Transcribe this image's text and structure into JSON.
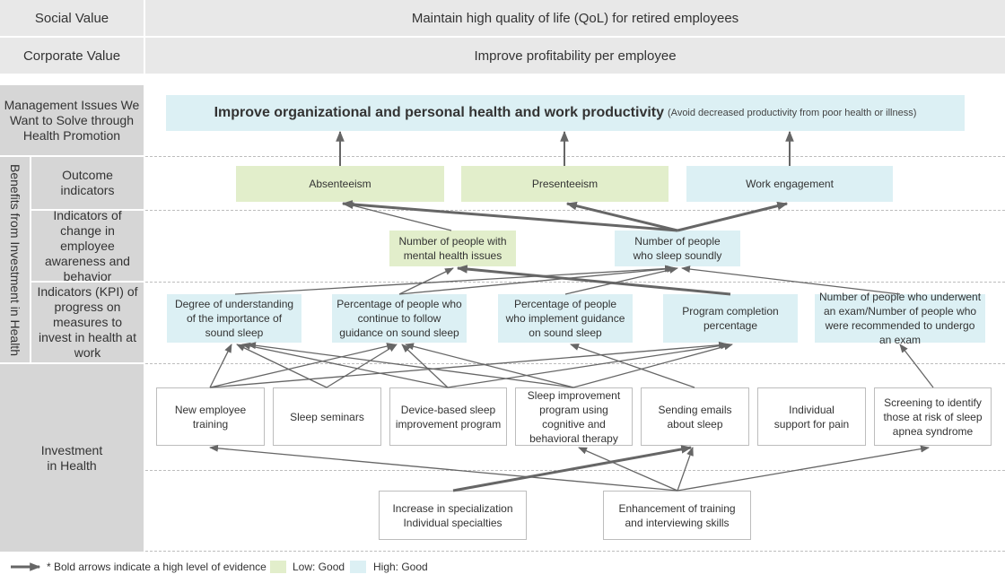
{
  "header": {
    "social_label": "Social Value",
    "social_value": "Maintain high quality of life (QoL) for retired employees",
    "corporate_label": "Corporate Value",
    "corporate_value": "Improve profitability per employee"
  },
  "left_labels": {
    "management": "Management Issues We Want to Solve through Health Promotion",
    "benefits": "Benefits from Investment in Health",
    "outcome": "Outcome indicators",
    "change": "Indicators of change in employee awareness and behavior",
    "kpi": "Indicators (KPI) of progress on measures to invest in health at work",
    "investment": "Investment in Health"
  },
  "goal": {
    "main": "Improve organizational and personal health and work productivity",
    "note": "(Avoid decreased productivity from poor health or illness)"
  },
  "outcomes": [
    "Absenteeism",
    "Presenteeism",
    "Work engagement"
  ],
  "change_indicators": [
    "Number of people with mental health issues",
    "Number of people who sleep soundly"
  ],
  "kpis": [
    "Degree of understanding of the importance of sound sleep",
    "Percentage of people who continue to follow guidance on sound sleep",
    "Percentage of people who implement guidance on sound sleep",
    "Program completion percentage",
    "Number of people who underwent an exam/Number of people who were recommended to undergo an exam"
  ],
  "investments": [
    "New employee training",
    "Sleep seminars",
    "Device-based sleep improvement program",
    "Sleep improvement program using cognitive and behavioral therapy",
    "Sending emails about sleep",
    "Individual support for pain",
    "Screening to identify those at risk of sleep apnea syndrome"
  ],
  "foundations": [
    "Increase in specialization Individual specialties",
    "Enhancement of training and interviewing skills"
  ],
  "legend": {
    "arrow_note": "* Bold arrows indicate a high level of evidence",
    "low_good": "Low: Good",
    "high_good": "High: Good"
  },
  "colors": {
    "low_good": "#e2eecb",
    "high_good": "#dcf0f4",
    "label_gray": "#d6d6d6",
    "header_gray": "#e8e8e8",
    "arrow": "#666666"
  }
}
